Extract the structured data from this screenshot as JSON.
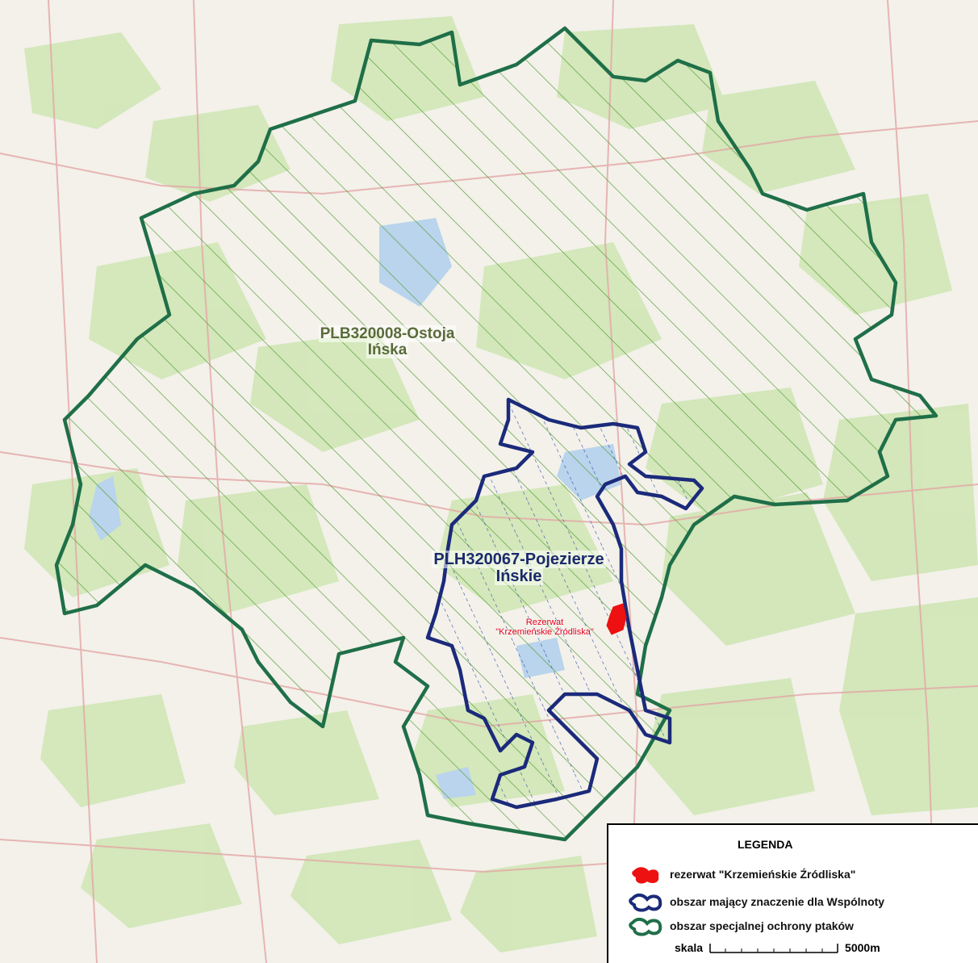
{
  "map": {
    "areas": [
      {
        "code_label_line1": "PLB320008-Ostoja",
        "code_label_line2": "Ińska"
      },
      {
        "code_label_line1": "PLH320067-Pojezierze",
        "code_label_line2": "Ińskie"
      }
    ],
    "reserve_label_line1": "Rezerwat",
    "reserve_label_line2": "\"Krzemieńskie Źródliska\"",
    "colors": {
      "bird_area": "#1f6f48",
      "habitat_area": "#1b2a7a",
      "reserve": "#ee1111",
      "hatch": "#5aa03c",
      "forest": "#cfe6b4"
    }
  },
  "legend": {
    "title": "LEGENDA",
    "items": [
      {
        "icon": "reserve-blob-icon",
        "label": "rezerwat \"Krzemieńskie Źródliska\""
      },
      {
        "icon": "habitat-outline-icon",
        "label": "obszar mający znaczenie dla Wspólnoty"
      },
      {
        "icon": "bird-area-outline-icon",
        "label": "obszar specjalnej ochrony ptaków"
      }
    ],
    "scale_label": "skala",
    "scale_value": "5000m"
  }
}
